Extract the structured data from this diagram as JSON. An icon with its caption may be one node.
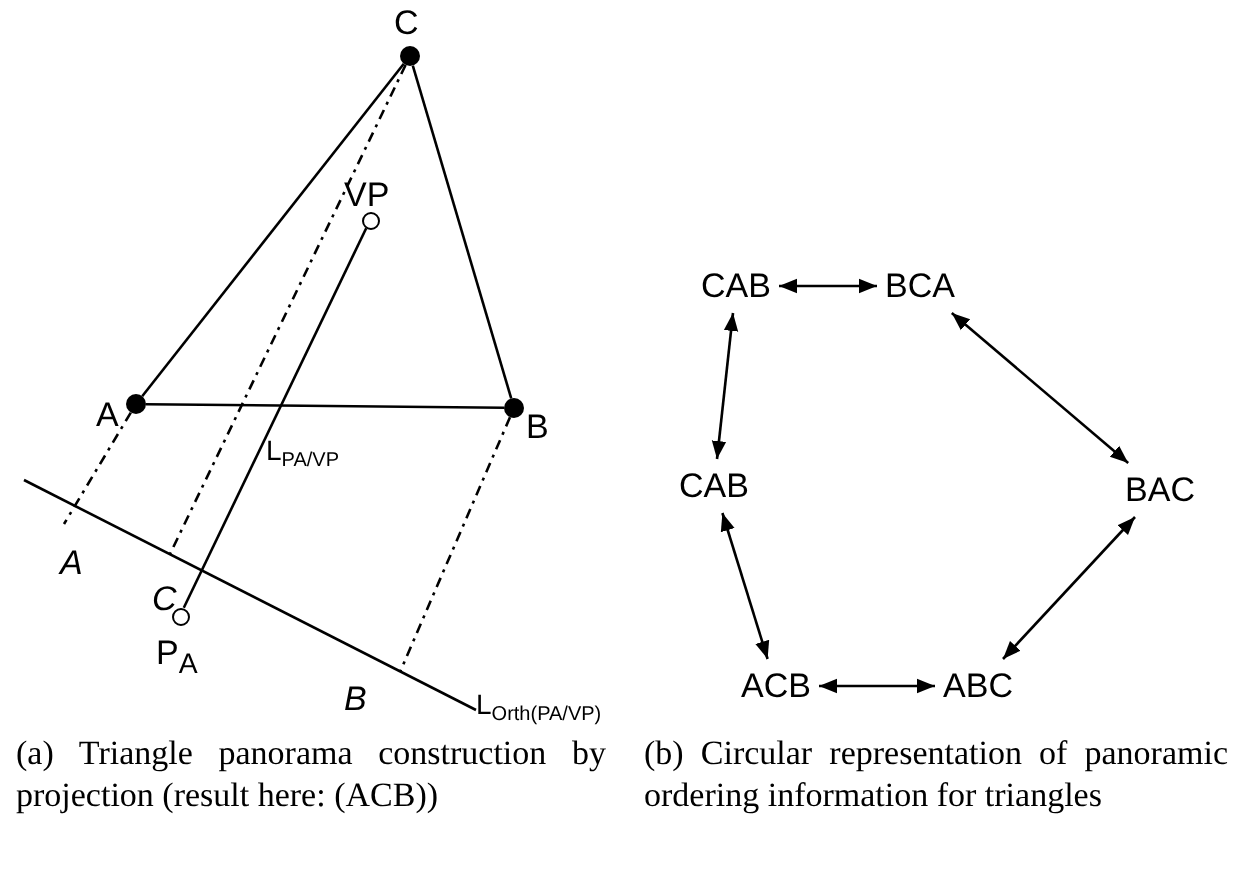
{
  "diagram": {
    "nodes": [
      {
        "text": [],
        "shape": "circle",
        "beside": [
          "C"
        ]
      },
      {
        "text": [],
        "shape": "circle",
        "beside": [
          "VP"
        ]
      },
      {
        "text": [],
        "shape": "circle",
        "beside": [
          "A"
        ]
      },
      {
        "text": [],
        "shape": "circle",
        "beside": [
          "B"
        ]
      },
      {
        "text": [],
        "shape": "circle",
        "beside": [
          "P$_{A}$"
        ]
      },
      {
        "text": [
          "CAB"
        ]
      },
      {
        "text": [
          "BCA"
        ]
      },
      {
        "text": [
          "CAB"
        ]
      },
      {
        "text": [
          "BAC"
        ]
      },
      {
        "text": [
          "ACB"
        ]
      },
      {
        "text": [
          "ABC"
        ]
      }
    ],
    "edges": [
      {
        "from": 2,
        "to": 0,
        "arrow": "none"
      },
      {
        "from": 0,
        "to": 3,
        "arrow": "none"
      },
      {
        "from": 2,
        "to": 3,
        "arrow": "none"
      },
      {
        "from": 0,
        "to": null,
        "arrow": "none",
        "style": "dashed"
      },
      {
        "from": 2,
        "to": null,
        "arrow": "none",
        "style": "dashed"
      },
      {
        "from": 3,
        "to": null,
        "arrow": "none",
        "style": "dashed"
      },
      {
        "from": 1,
        "to": 4,
        "arrow": "none",
        "label": "L$_{PA/VP}$"
      },
      {
        "from": 5,
        "to": 6,
        "arrow": "both"
      },
      {
        "from": 6,
        "to": 8,
        "arrow": "both"
      },
      {
        "from": 8,
        "to": 10,
        "arrow": "both"
      },
      {
        "from": 10,
        "to": 9,
        "arrow": "both"
      },
      {
        "from": 9,
        "to": 7,
        "arrow": "both"
      },
      {
        "from": 7,
        "to": 5,
        "arrow": "both"
      }
    ],
    "labels": [
      "A",
      "C",
      "B",
      "L$_{Orth(PA/VP)}$",
      "(a) Triangle panorama construction by projection (result here: (ACB))",
      "(b) Circular representation of panoramic ordering information for triangles"
    ]
  }
}
